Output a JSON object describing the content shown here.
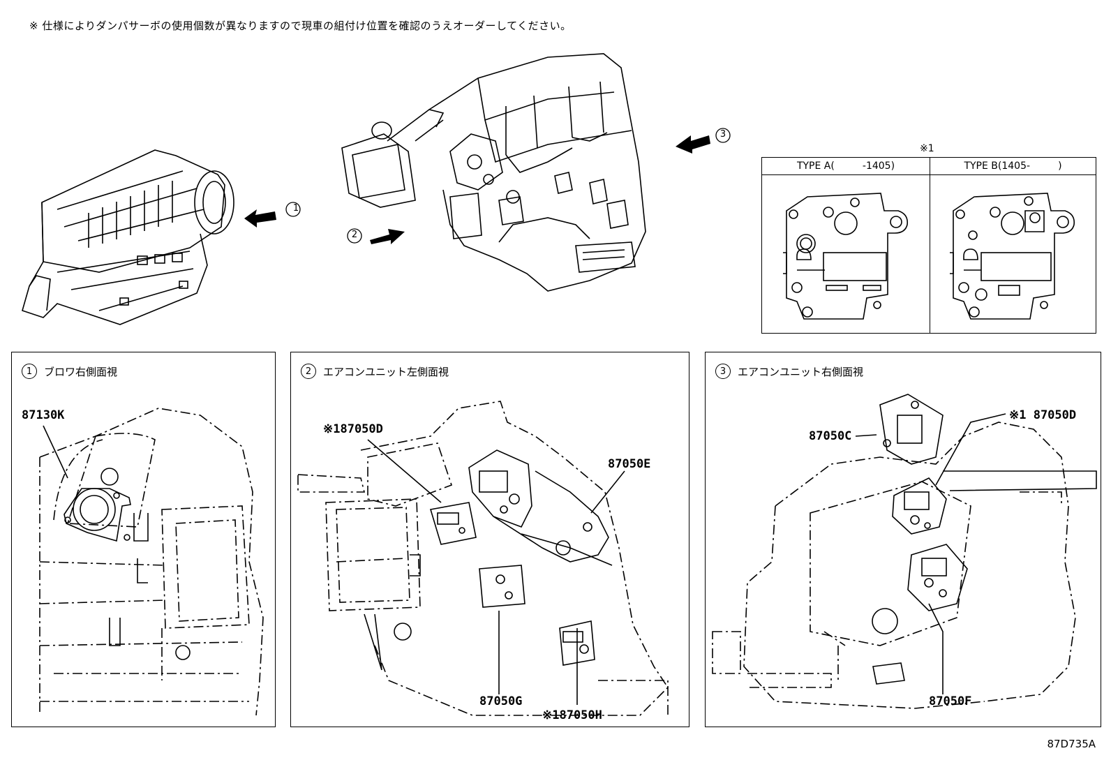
{
  "note": "※  仕様によりダンパサーボの使用個数が異なりますので現車の組付け位置を確認のうえオーダーしてください。",
  "views": [
    {
      "num": "1",
      "title": "ブロワ右側面視",
      "parts": [
        "87130K"
      ]
    },
    {
      "num": "2",
      "title": "エアコンユニット左側面視",
      "parts": [
        "※187050D",
        "87050E",
        "87050G",
        "※187050H"
      ]
    },
    {
      "num": "3",
      "title": "エアコンユニット右側面視",
      "parts": [
        "87050C",
        "※1 87050D",
        "87050F"
      ]
    }
  ],
  "types": {
    "mark": "※1",
    "type_a": "TYPE A(         -1405)",
    "type_b": "TYPE B(1405-         )"
  },
  "arrows": [
    "1",
    "2",
    "3"
  ],
  "reference": "87D735A"
}
